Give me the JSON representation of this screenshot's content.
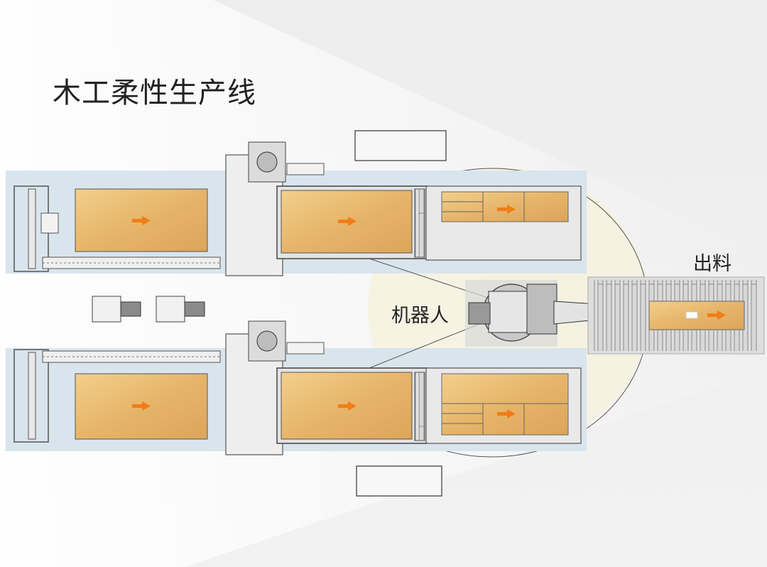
{
  "title": "木工柔性生产线",
  "labels": {
    "robot": "机器人",
    "outfeed": "出料"
  },
  "colors": {
    "background": "#efefef",
    "line_panel": "#dbe6ee",
    "wood": "#e8b96e",
    "arrow": "#f07d16",
    "machine_outline": "#4a4a4a",
    "robot_zone": "#f6f3dc"
  },
  "icons": {
    "flow_arrow": "arrow-right-icon",
    "robot": "industrial-robot-icon",
    "feeder": "infeed-module-icon",
    "roller": "roller-conveyor-icon"
  }
}
